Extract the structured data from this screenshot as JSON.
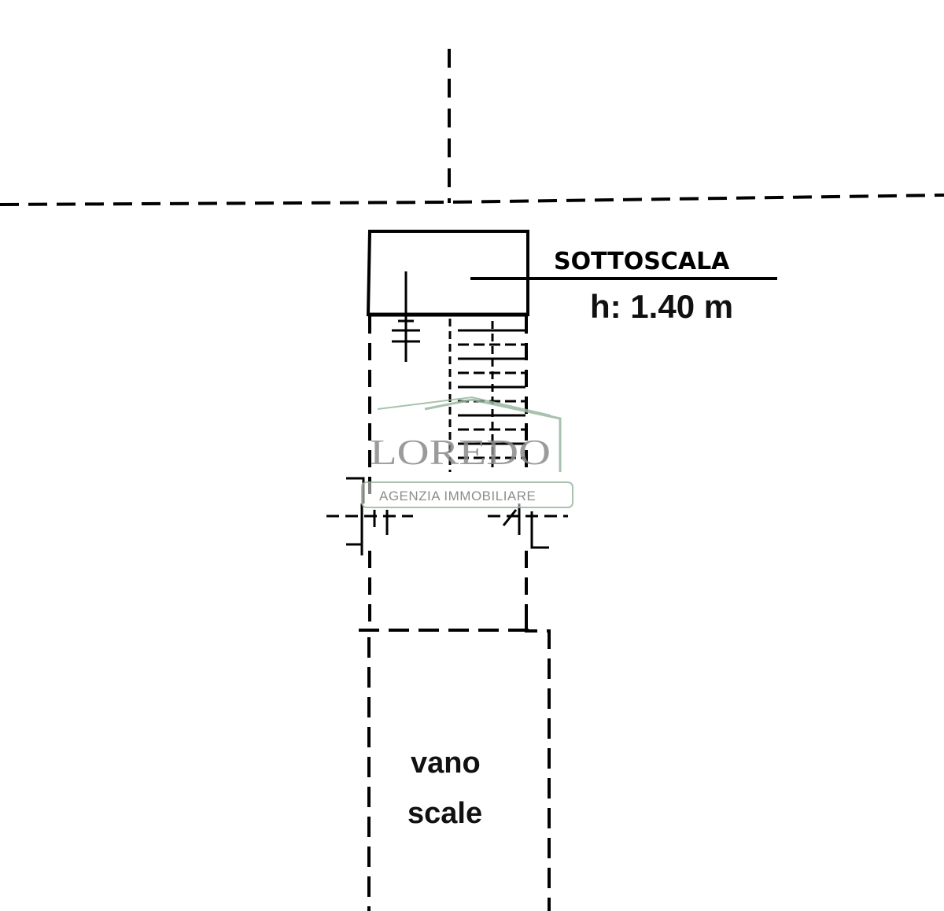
{
  "plan": {
    "room_label": "SOTTOSCALA",
    "height_label": "h: 1.40 m",
    "stair_label_line1": "vano",
    "stair_label_line2": "scale"
  },
  "watermark": {
    "brand": "LOREDO",
    "subtitle": "AGENZIA IMMOBILIARE",
    "colors": {
      "text": "#8a8a8a",
      "roof": "#9ab8a0"
    }
  },
  "colors": {
    "background": "#ffffff",
    "lines": "#000000"
  }
}
